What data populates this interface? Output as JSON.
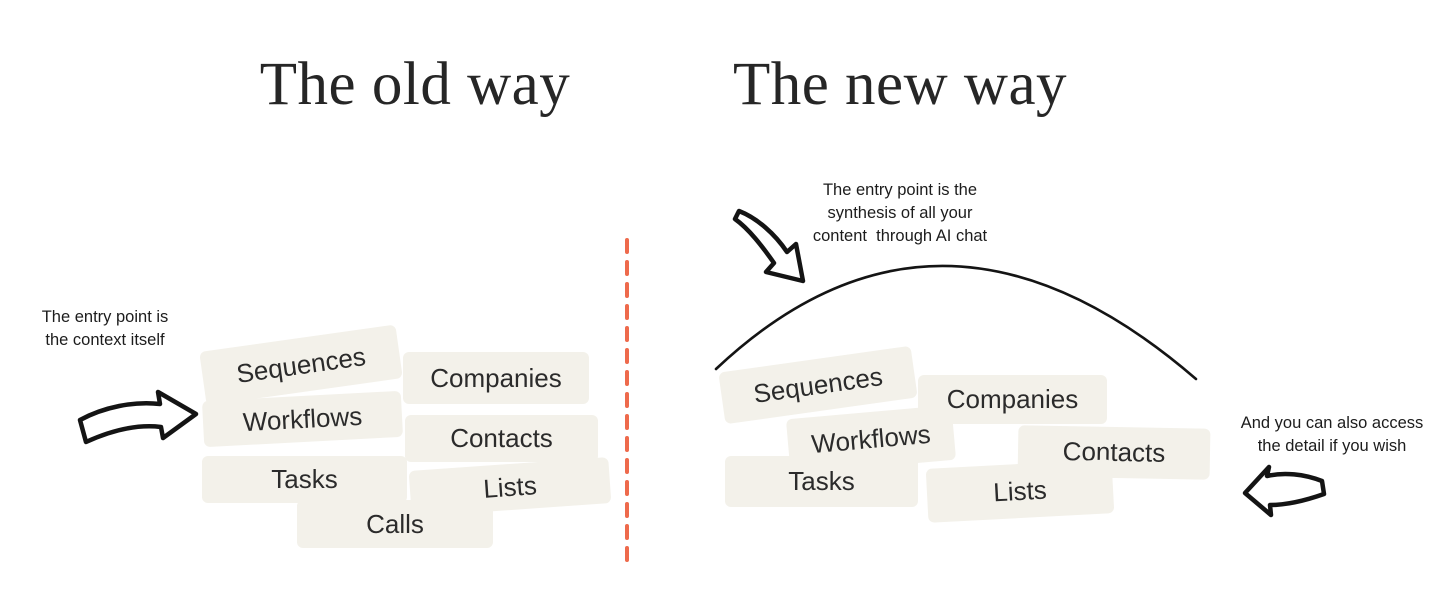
{
  "colors": {
    "background": "#ffffff",
    "box_fill": "#f3f1ea",
    "divider": "#ee6a4c",
    "ink": "#1f1f1f"
  },
  "old_way": {
    "title": "The old way",
    "annotation": {
      "line1": "The entry point is",
      "line2": "the context itself"
    },
    "boxes": [
      "Sequences",
      "Companies",
      "Workflows",
      "Contacts",
      "Tasks",
      "Lists",
      "Calls"
    ]
  },
  "new_way": {
    "title": "The new way",
    "annotation_top": {
      "line1": "The entry point is the",
      "line2": "synthesis of all your",
      "line3": "content  through AI chat"
    },
    "annotation_right": {
      "line1": "And you can also access",
      "line2": "the detail if you wish"
    },
    "boxes": [
      "Sequences",
      "Companies",
      "Workflows",
      "Contacts",
      "Tasks",
      "Lists"
    ]
  },
  "icons": {
    "left_pointer": "curved-arrow-right-icon",
    "top_pointer": "curved-arrow-down-right-icon",
    "right_pointer": "curved-arrow-left-icon",
    "divider": "dashed-divider-line",
    "synthesis_arc": "arc-over-boxes"
  }
}
